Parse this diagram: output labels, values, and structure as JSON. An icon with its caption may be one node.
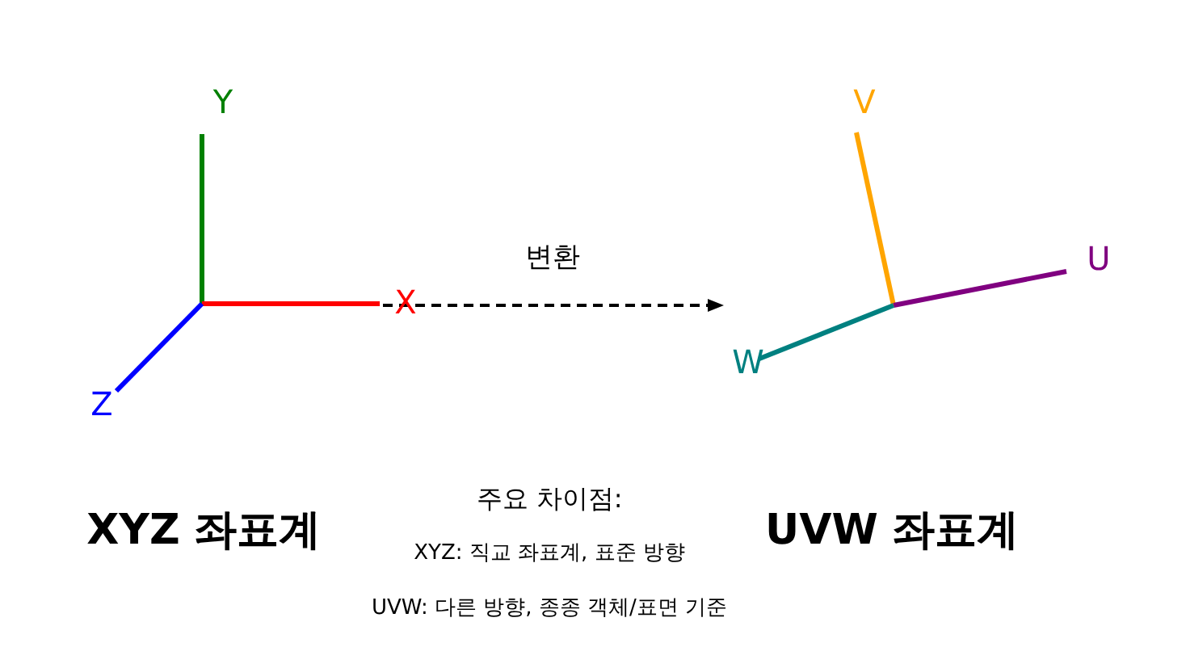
{
  "diagram": {
    "nodes": [
      {
        "text": [],
        "shape": "picture"
      },
      {
        "text": [],
        "shape": "picture"
      }
    ],
    "edges": [
      {
        "from": 0,
        "to": 1,
        "arrow": "to",
        "label": "변환",
        "style": "dashed"
      }
    ],
    "labels": [
      "Y",
      "V",
      "U",
      "X",
      "W",
      "Z",
      "주요 차이점:",
      "XYZ 좌표계",
      "UVW 좌표계",
      "XYZ: 직교 좌표계, 표준 방향",
      "UVW: 다른 방향, 종종 객체/표면 기준"
    ]
  }
}
